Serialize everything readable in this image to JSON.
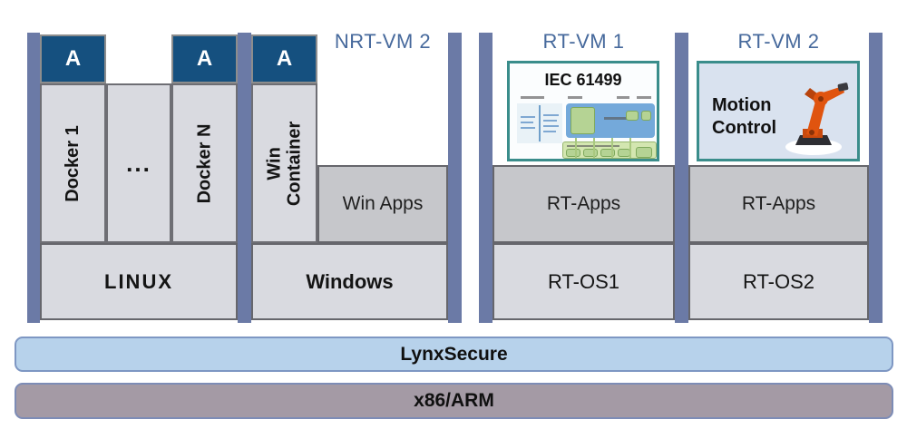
{
  "colors": {
    "separator_bar": "#6b7aa6",
    "app_badge": "#15507f",
    "container_fill": "#d9dae0",
    "apps_layer_fill": "#c6c7cb",
    "os_layer_fill": "#d9dae0",
    "vm_label_text": "#46699c",
    "app_box_border": "#3a8d8b",
    "motion_box_bg": "#d9e2ef",
    "hypervisor_fill": "#b7d2eb",
    "hardware_fill": "#a49aa5",
    "robot_orange": "#e0540f"
  },
  "linux_vm": {
    "containers": [
      {
        "badge": "A",
        "label": "Docker 1"
      },
      {
        "label": "..."
      },
      {
        "badge": "A",
        "label": "Docker N"
      }
    ],
    "os": "LINUX"
  },
  "windows_vm": {
    "vm_label": "NRT-VM 2",
    "container": {
      "badge": "A",
      "label": "Win Container"
    },
    "apps": "Win Apps",
    "os": "Windows"
  },
  "rt_vm1": {
    "vm_label": "RT-VM 1",
    "app_title": "IEC 61499",
    "apps": "RT-Apps",
    "os": "RT-OS1"
  },
  "rt_vm2": {
    "vm_label": "RT-VM 2",
    "app_title": "Motion Control",
    "apps": "RT-Apps",
    "os": "RT-OS2"
  },
  "hypervisor": {
    "label": "LynxSecure"
  },
  "hardware": {
    "label": "x86/ARM"
  },
  "icons": {
    "rt_vm1_app": "iec61499-diagram-thumbnail",
    "rt_vm2_app": "robot-arm-icon"
  }
}
